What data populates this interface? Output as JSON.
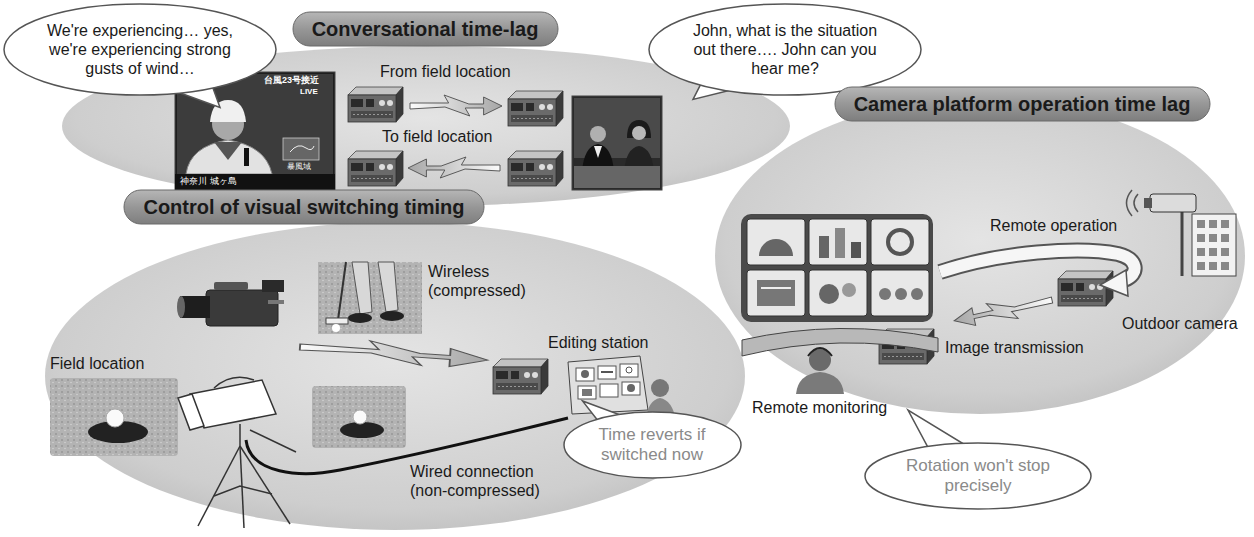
{
  "diagram": {
    "nodes": [
      {
        "text": [
          "We're experiencing… yes, we're experiencing strong gusts of wind…"
        ]
      },
      {
        "text": [
          "Conversational time-lag"
        ]
      },
      {
        "text": [
          "John, what is the situation out there…. John can you hear me?"
        ]
      },
      {
        "text": [
          "Camera platform operation time lag"
        ]
      },
      {
        "text": [
          "Control of visual switching timing"
        ]
      },
      {
        "text": [
          "Time reverts if switched now"
        ]
      },
      {
        "text": [
          "Rotation won't stop precisely"
        ]
      }
    ],
    "labels": [
      "台風23号接近",
      "LIVE",
      "神奈川 城ヶ島",
      "暴風域",
      "From field location",
      "To field location",
      "Remote operation",
      "Outdoor camera",
      "Image transmission",
      "Remote monitoring",
      "Field location",
      "Wireless (compressed)",
      "Editing station",
      "Wired connection (non-compressed)"
    ]
  }
}
